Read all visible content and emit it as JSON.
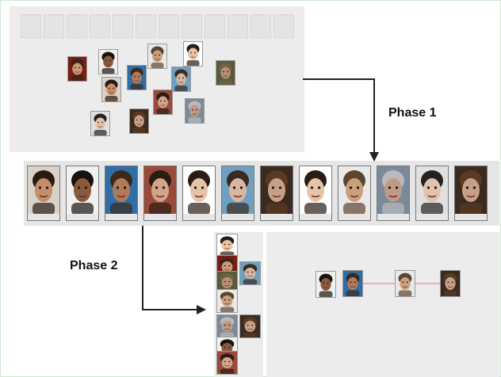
{
  "labels": {
    "phase1": "Phase 1",
    "phase2": "Phase 2"
  },
  "slots": [
    "",
    "",
    "",
    "",
    "",
    "",
    "",
    "",
    "",
    "",
    "",
    ""
  ],
  "colors": {
    "panel": "#ececec",
    "arrow": "#222222",
    "link": "#e7a0a0"
  },
  "faces": [
    {
      "id": "f1",
      "skin": "#c79a7a",
      "hair": "#3b2418",
      "bg": "#7a1d14"
    },
    {
      "id": "f2",
      "skin": "#8a5a3c",
      "hair": "#1a120c",
      "bg": "#f0f0f0"
    },
    {
      "id": "f3",
      "skin": "#b17a58",
      "hair": "#3d2a1c",
      "bg": "#2f6ea6"
    },
    {
      "id": "f4",
      "skin": "#caa07c",
      "hair": "#5c4530",
      "bg": "#e9e9e9"
    },
    {
      "id": "f5",
      "skin": "#e6c4a6",
      "hair": "#2b1d16",
      "bg": "#ffffff"
    },
    {
      "id": "f6",
      "skin": "#b58f74",
      "hair": "#6b6249",
      "bg": "#5a5a3a"
    },
    {
      "id": "f7",
      "skin": "#c58e6a",
      "hair": "#2a1a10",
      "bg": "#d9d2c8"
    },
    {
      "id": "f8",
      "skin": "#d9b6a0",
      "hair": "#3a2a20",
      "bg": "#6fa0c0"
    },
    {
      "id": "f9",
      "skin": "#d2a48a",
      "hair": "#2a1d16",
      "bg": "#9a4a3a"
    },
    {
      "id": "f10",
      "skin": "#c09a86",
      "hair": "#bababa",
      "bg": "#7a8a9a"
    },
    {
      "id": "f11",
      "skin": "#e2c2aa",
      "hair": "#222222",
      "bg": "#e0e0e0"
    },
    {
      "id": "f12",
      "skin": "#c7a087",
      "hair": "#5a3a22",
      "bg": "#3a2a20"
    }
  ]
}
